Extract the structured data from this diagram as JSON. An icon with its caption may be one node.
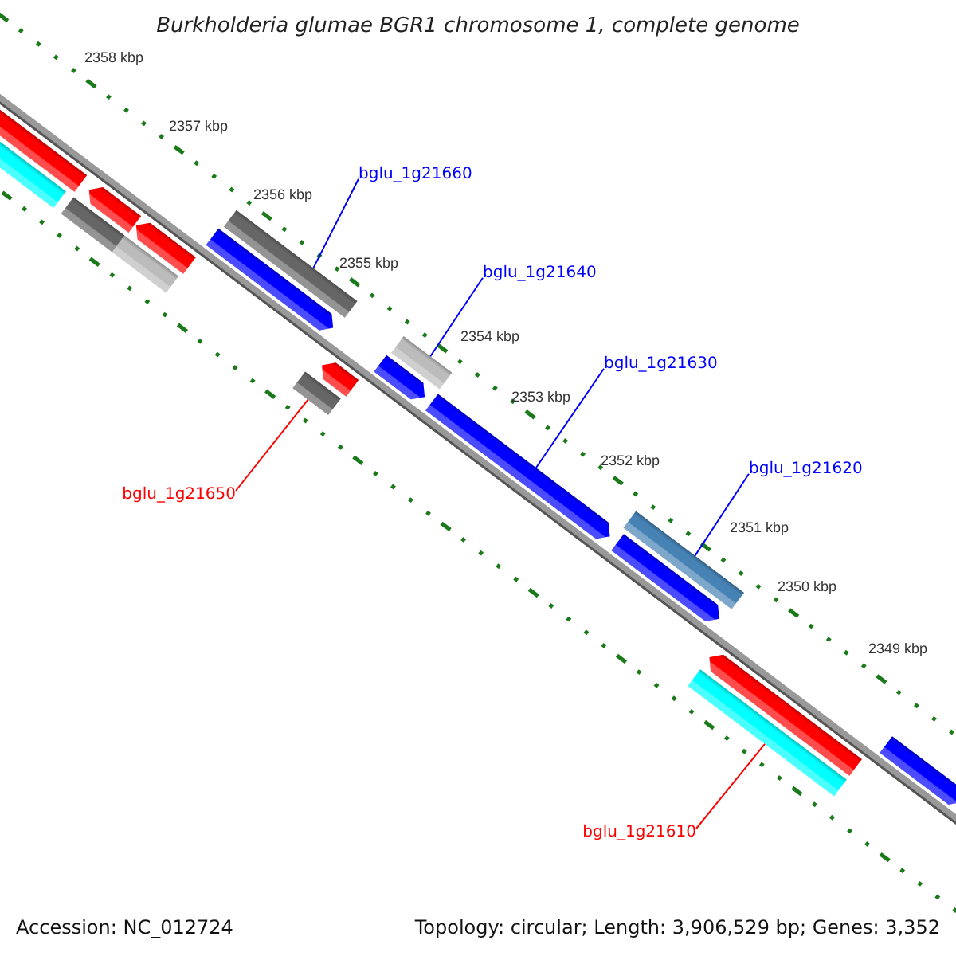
{
  "diagram": {
    "title": "Burkholderia glumae BGR1 chromosome 1, complete genome",
    "nodes": [
      {
        "text": [
          "bglu_1g21660"
        ]
      },
      {
        "text": [
          "bglu_1g21640"
        ]
      },
      {
        "text": [
          "bglu_1g21630"
        ]
      },
      {
        "text": [
          "bglu_1g21620"
        ]
      },
      {
        "text": [
          "bglu_1g21650"
        ]
      },
      {
        "text": [
          "bglu_1g21610"
        ]
      },
      {
        "text": [],
        "shape": "bar"
      },
      {
        "text": [],
        "shape": "bar"
      },
      {
        "text": [],
        "shape": "bar"
      },
      {
        "text": [],
        "shape": "bar"
      },
      {
        "text": [],
        "shape": "bar"
      },
      {
        "text": [],
        "shape": "bar"
      },
      {
        "text": [],
        "shape": "bar"
      },
      {
        "text": [],
        "shape": "bar"
      },
      {
        "text": [],
        "shape": "bar"
      },
      {
        "text": [],
        "shape": "bar"
      },
      {
        "text": [],
        "shape": "bar"
      },
      {
        "text": [],
        "shape": "bar"
      },
      {
        "text": [],
        "shape": "bar"
      },
      {
        "text": [],
        "shape": "bar"
      },
      {
        "text": [],
        "shape": "bar"
      },
      {
        "text": [],
        "shape": "bar"
      },
      {
        "text": [],
        "shape": "bar"
      },
      {
        "text": [],
        "shape": "bar"
      }
    ],
    "edges": [
      {
        "from": 0,
        "to": 13,
        "arrow": "none"
      },
      {
        "from": 1,
        "to": 17,
        "arrow": "none"
      },
      {
        "from": 2,
        "to": 18,
        "arrow": "none"
      },
      {
        "from": 3,
        "to": 20,
        "arrow": "none"
      },
      {
        "from": 4,
        "to": 14,
        "arrow": "none",
        "color": "#ff0000"
      },
      {
        "from": 5,
        "to": 22,
        "arrow": "none",
        "color": "#ff0000"
      }
    ],
    "labels": [
      "2358 kbp",
      "2357 kbp",
      "2356 kbp",
      "2355 kbp",
      "2354 kbp",
      "2353 kbp",
      "2352 kbp",
      "2351 kbp",
      "2350 kbp",
      "2349 kbp",
      "Accession: NC_012724",
      "Topology: circular; Length: 3,906,529 bp; Genes: 3,352"
    ]
  }
}
